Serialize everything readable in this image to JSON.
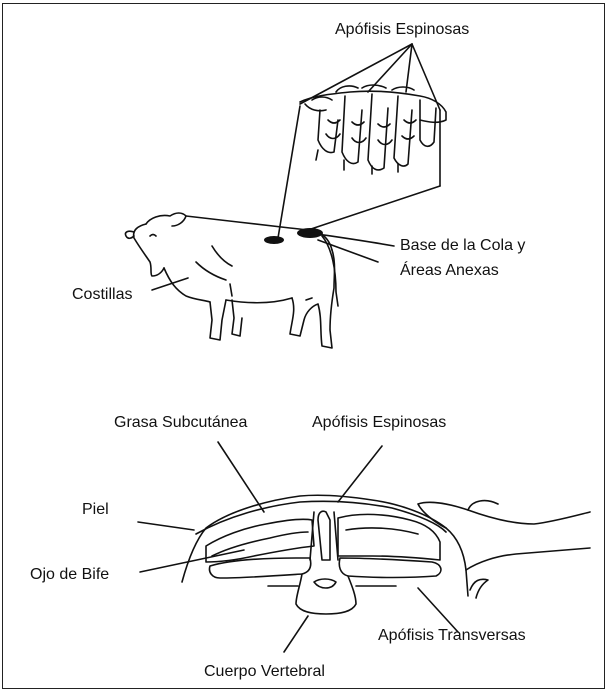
{
  "labels": {
    "apofisis_espinosas_top": "Apófisis Espinosas",
    "base_cola": "Base de la Cola y\nÁreas Anexas",
    "costillas": "Costillas",
    "grasa_subcutanea": "Grasa Subcutánea",
    "apofisis_espinosas_bottom": "Apófisis Espinosas",
    "piel": "Piel",
    "ojo_de_bife": "Ojo de Bife",
    "apofisis_transversas": "Apófisis Transversas",
    "cuerpo_vertebral": "Cuerpo Vertebral"
  },
  "colors": {
    "ink": "#111111",
    "frame": "#222222",
    "background": "#ffffff"
  }
}
